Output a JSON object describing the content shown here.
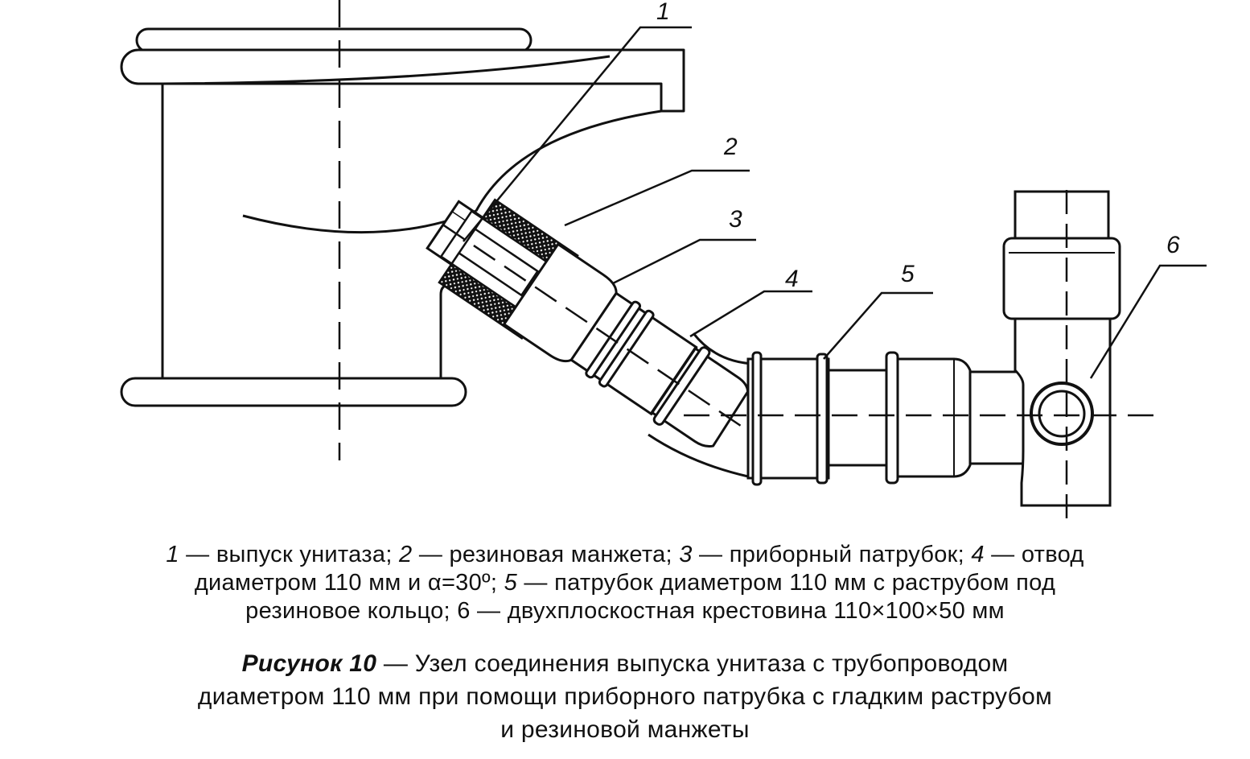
{
  "callouts": [
    "1",
    "2",
    "3",
    "4",
    "5",
    "6"
  ],
  "legend": {
    "line1": {
      "n1": "1",
      "t1": " — выпуск унитаза; ",
      "n2": "2",
      "t2": " — резиновая манжета; ",
      "n3": "3",
      "t3": " — приборный патрубок; ",
      "n4": "4",
      "t4": " — отвод"
    },
    "line2": {
      "t1": "диаметром 110 мм и α=30º;  ",
      "n5": "5",
      "t2": " — патрубок диаметром 110 мм с раструбом под"
    },
    "line3": {
      "t1": "резиновое кольцо; 6 — двухплоскостная крестовина 110×100×50 мм"
    }
  },
  "caption": {
    "label": "Рисунок 10",
    "line1": " — Узел соединения выпуска унитаза с трубопроводом",
    "line2": "диаметром 110 мм при  помощи приборного патрубка с гладким раструбом",
    "line3": "и резиновой манжеты"
  },
  "colors": {
    "ink": "#111111",
    "background": "#ffffff"
  },
  "icons": [
    "toilet-outlet",
    "rubber-cuff",
    "fitting-pipe",
    "bend-30deg",
    "socket-pipe",
    "double-plane-cross"
  ]
}
